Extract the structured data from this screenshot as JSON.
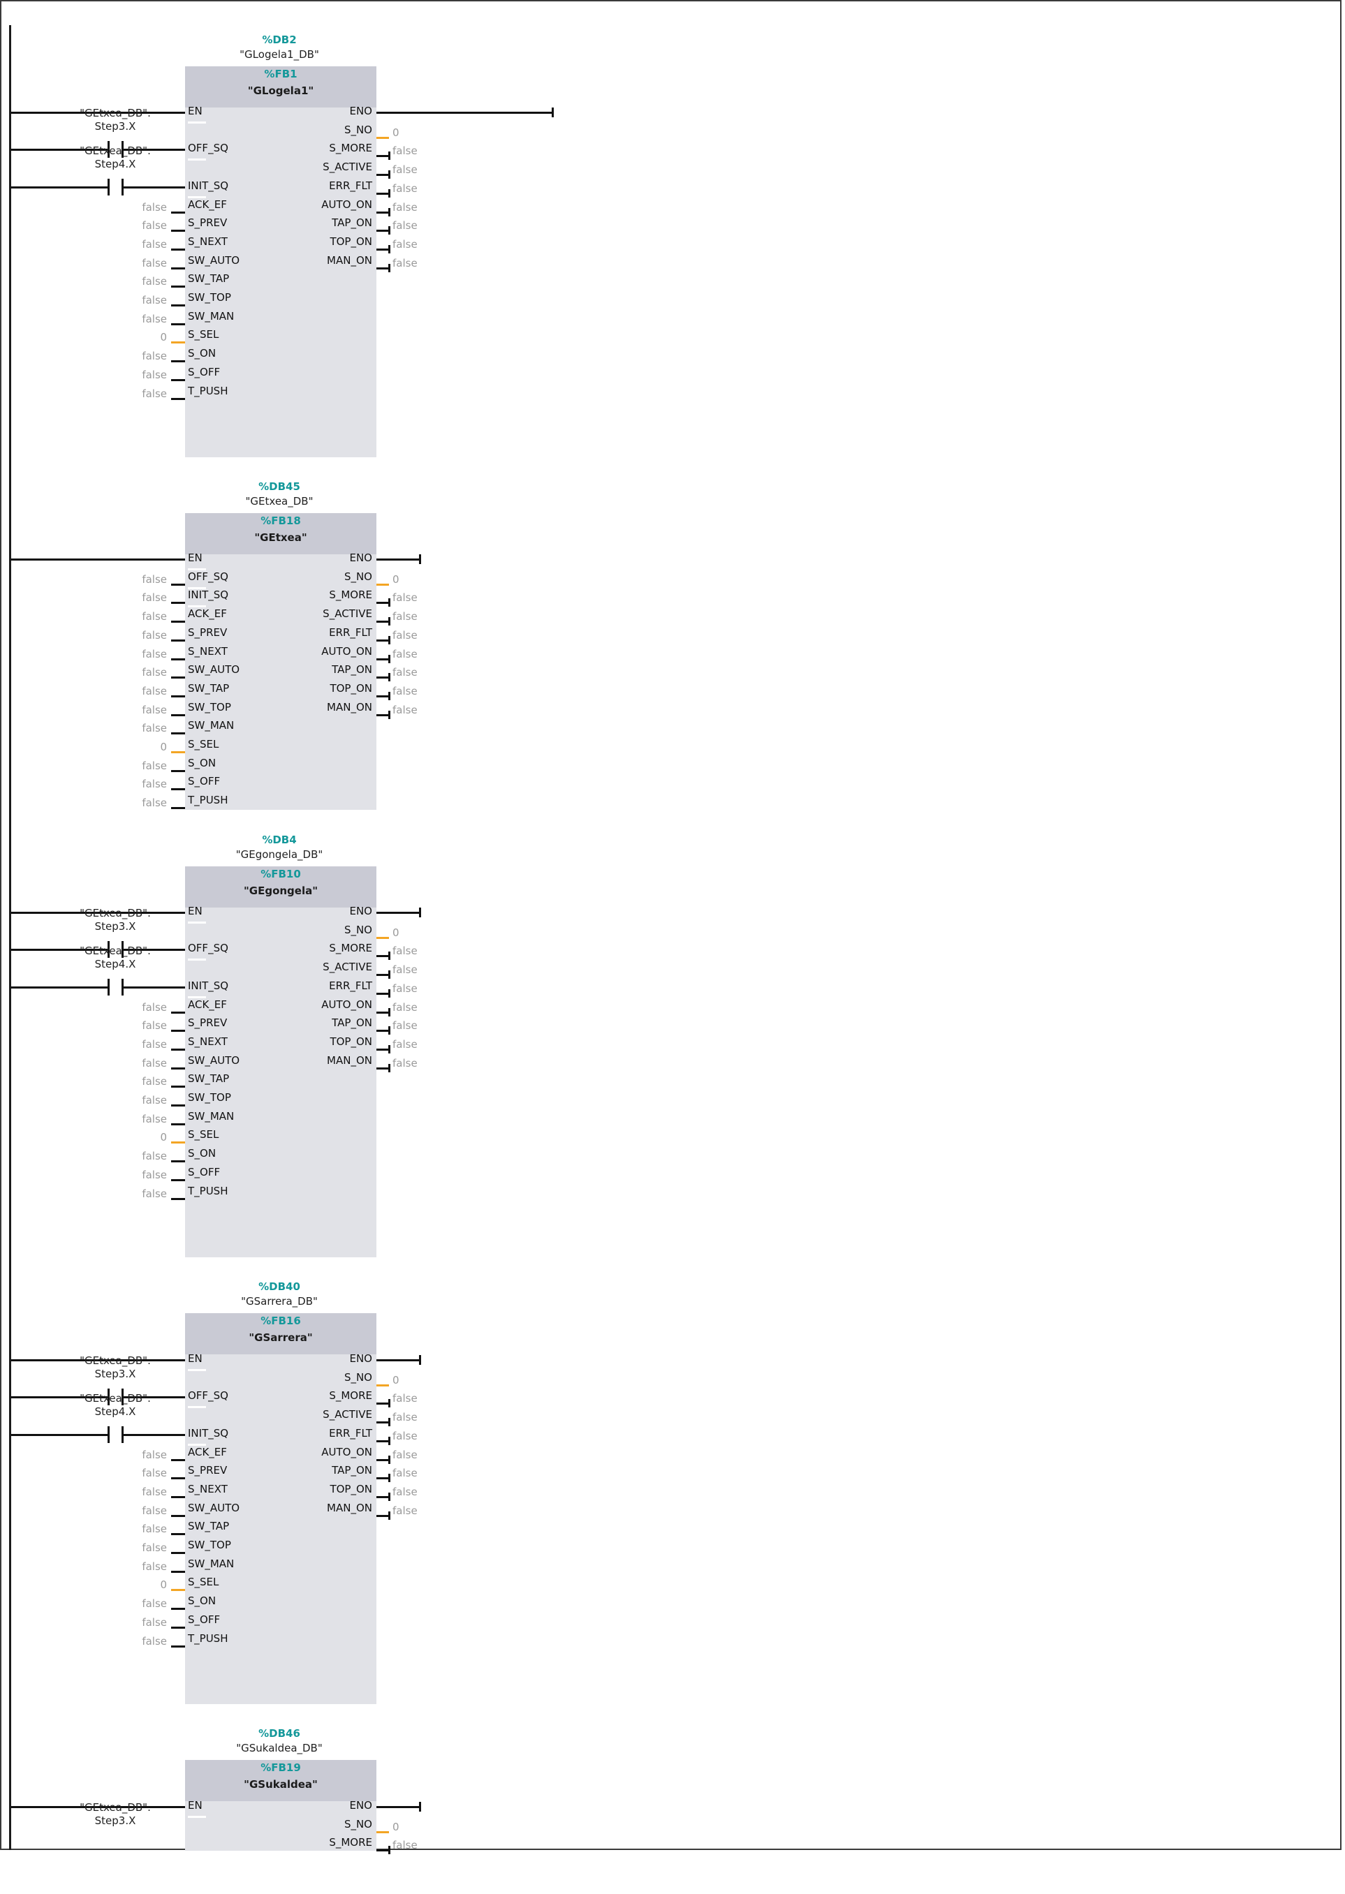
{
  "networks": [
    {
      "db_address": "%DB2",
      "db_name": "\"GLogela1_DB\"",
      "fb_address": "%FB1",
      "fb_name": "\"GLogela1\"",
      "inputs": [
        "EN",
        "",
        "OFF_SQ",
        "",
        "INIT_SQ",
        "ACK_EF",
        "S_PREV",
        "S_NEXT",
        "SW_AUTO",
        "SW_TAP",
        "SW_TOP",
        "SW_MAN",
        "S_SEL",
        "S_ON",
        "S_OFF",
        "T_PUSH"
      ],
      "input_values": [
        "",
        "",
        "",
        "",
        "",
        "false",
        "false",
        "false",
        "false",
        "false",
        "false",
        "false",
        "0",
        "false",
        "false",
        "false"
      ],
      "contacts": [
        {
          "tag": "\"GEtxea_DB\".\nStep3.X",
          "pin": "OFF_SQ"
        },
        {
          "tag": "\"GEtxea_DB\".\nStep4.X",
          "pin": "INIT_SQ"
        }
      ],
      "outputs": [
        "ENO",
        "S_NO",
        "S_MORE",
        "S_ACTIVE",
        "ERR_FLT",
        "AUTO_ON",
        "TAP_ON",
        "TOP_ON",
        "MAN_ON"
      ],
      "output_values": [
        "",
        "0",
        "false",
        "false",
        "false",
        "false",
        "false",
        "false",
        "false"
      ]
    },
    {
      "db_address": "%DB45",
      "db_name": "\"GEtxea_DB\"",
      "fb_address": "%FB18",
      "fb_name": "\"GEtxea\"",
      "inputs": [
        "EN",
        "OFF_SQ",
        "INIT_SQ",
        "ACK_EF",
        "S_PREV",
        "S_NEXT",
        "SW_AUTO",
        "SW_TAP",
        "SW_TOP",
        "SW_MAN",
        "S_SEL",
        "S_ON",
        "S_OFF",
        "T_PUSH"
      ],
      "input_values": [
        "",
        "false",
        "false",
        "false",
        "false",
        "false",
        "false",
        "false",
        "false",
        "false",
        "0",
        "false",
        "false",
        "false"
      ],
      "contacts": [],
      "outputs": [
        "ENO",
        "S_NO",
        "S_MORE",
        "S_ACTIVE",
        "ERR_FLT",
        "AUTO_ON",
        "TAP_ON",
        "TOP_ON",
        "MAN_ON"
      ],
      "output_values": [
        "",
        "0",
        "false",
        "false",
        "false",
        "false",
        "false",
        "false",
        "false"
      ]
    },
    {
      "db_address": "%DB4",
      "db_name": "\"GEgongela_DB\"",
      "fb_address": "%FB10",
      "fb_name": "\"GEgongela\"",
      "inputs": [
        "EN",
        "",
        "OFF_SQ",
        "",
        "INIT_SQ",
        "ACK_EF",
        "S_PREV",
        "S_NEXT",
        "SW_AUTO",
        "SW_TAP",
        "SW_TOP",
        "SW_MAN",
        "S_SEL",
        "S_ON",
        "S_OFF",
        "T_PUSH"
      ],
      "input_values": [
        "",
        "",
        "",
        "",
        "",
        "false",
        "false",
        "false",
        "false",
        "false",
        "false",
        "false",
        "0",
        "false",
        "false",
        "false"
      ],
      "contacts": [
        {
          "tag": "\"GEtxea_DB\".\nStep3.X",
          "pin": "OFF_SQ"
        },
        {
          "tag": "\"GEtxea_DB\".\nStep4.X",
          "pin": "INIT_SQ"
        }
      ],
      "outputs": [
        "ENO",
        "S_NO",
        "S_MORE",
        "S_ACTIVE",
        "ERR_FLT",
        "AUTO_ON",
        "TAP_ON",
        "TOP_ON",
        "MAN_ON"
      ],
      "output_values": [
        "",
        "0",
        "false",
        "false",
        "false",
        "false",
        "false",
        "false",
        "false"
      ]
    },
    {
      "db_address": "%DB40",
      "db_name": "\"GSarrera_DB\"",
      "fb_address": "%FB16",
      "fb_name": "\"GSarrera\"",
      "inputs": [
        "EN",
        "",
        "OFF_SQ",
        "",
        "INIT_SQ",
        "ACK_EF",
        "S_PREV",
        "S_NEXT",
        "SW_AUTO",
        "SW_TAP",
        "SW_TOP",
        "SW_MAN",
        "S_SEL",
        "S_ON",
        "S_OFF",
        "T_PUSH"
      ],
      "input_values": [
        "",
        "",
        "",
        "",
        "",
        "false",
        "false",
        "false",
        "false",
        "false",
        "false",
        "false",
        "0",
        "false",
        "false",
        "false"
      ],
      "contacts": [
        {
          "tag": "\"GEtxea_DB\".\nStep3.X",
          "pin": "OFF_SQ"
        },
        {
          "tag": "\"GEtxea_DB\".\nStep4.X",
          "pin": "INIT_SQ"
        }
      ],
      "outputs": [
        "ENO",
        "S_NO",
        "S_MORE",
        "S_ACTIVE",
        "ERR_FLT",
        "AUTO_ON",
        "TAP_ON",
        "TOP_ON",
        "MAN_ON"
      ],
      "output_values": [
        "",
        "0",
        "false",
        "false",
        "false",
        "false",
        "false",
        "false",
        "false"
      ]
    },
    {
      "db_address": "%DB46",
      "db_name": "\"GSukaldea_DB\"",
      "fb_address": "%FB19",
      "fb_name": "\"GSukaldea\"",
      "inputs": [
        "EN",
        ""
      ],
      "input_values": [
        "",
        ""
      ],
      "contacts": [
        {
          "tag": "\"GEtxea_DB\".\nStep3.X",
          "pin": "OFF_SQ"
        }
      ],
      "outputs": [
        "ENO",
        "S_NO",
        "S_MORE"
      ],
      "output_values": [
        "",
        "0",
        "false"
      ]
    }
  ]
}
